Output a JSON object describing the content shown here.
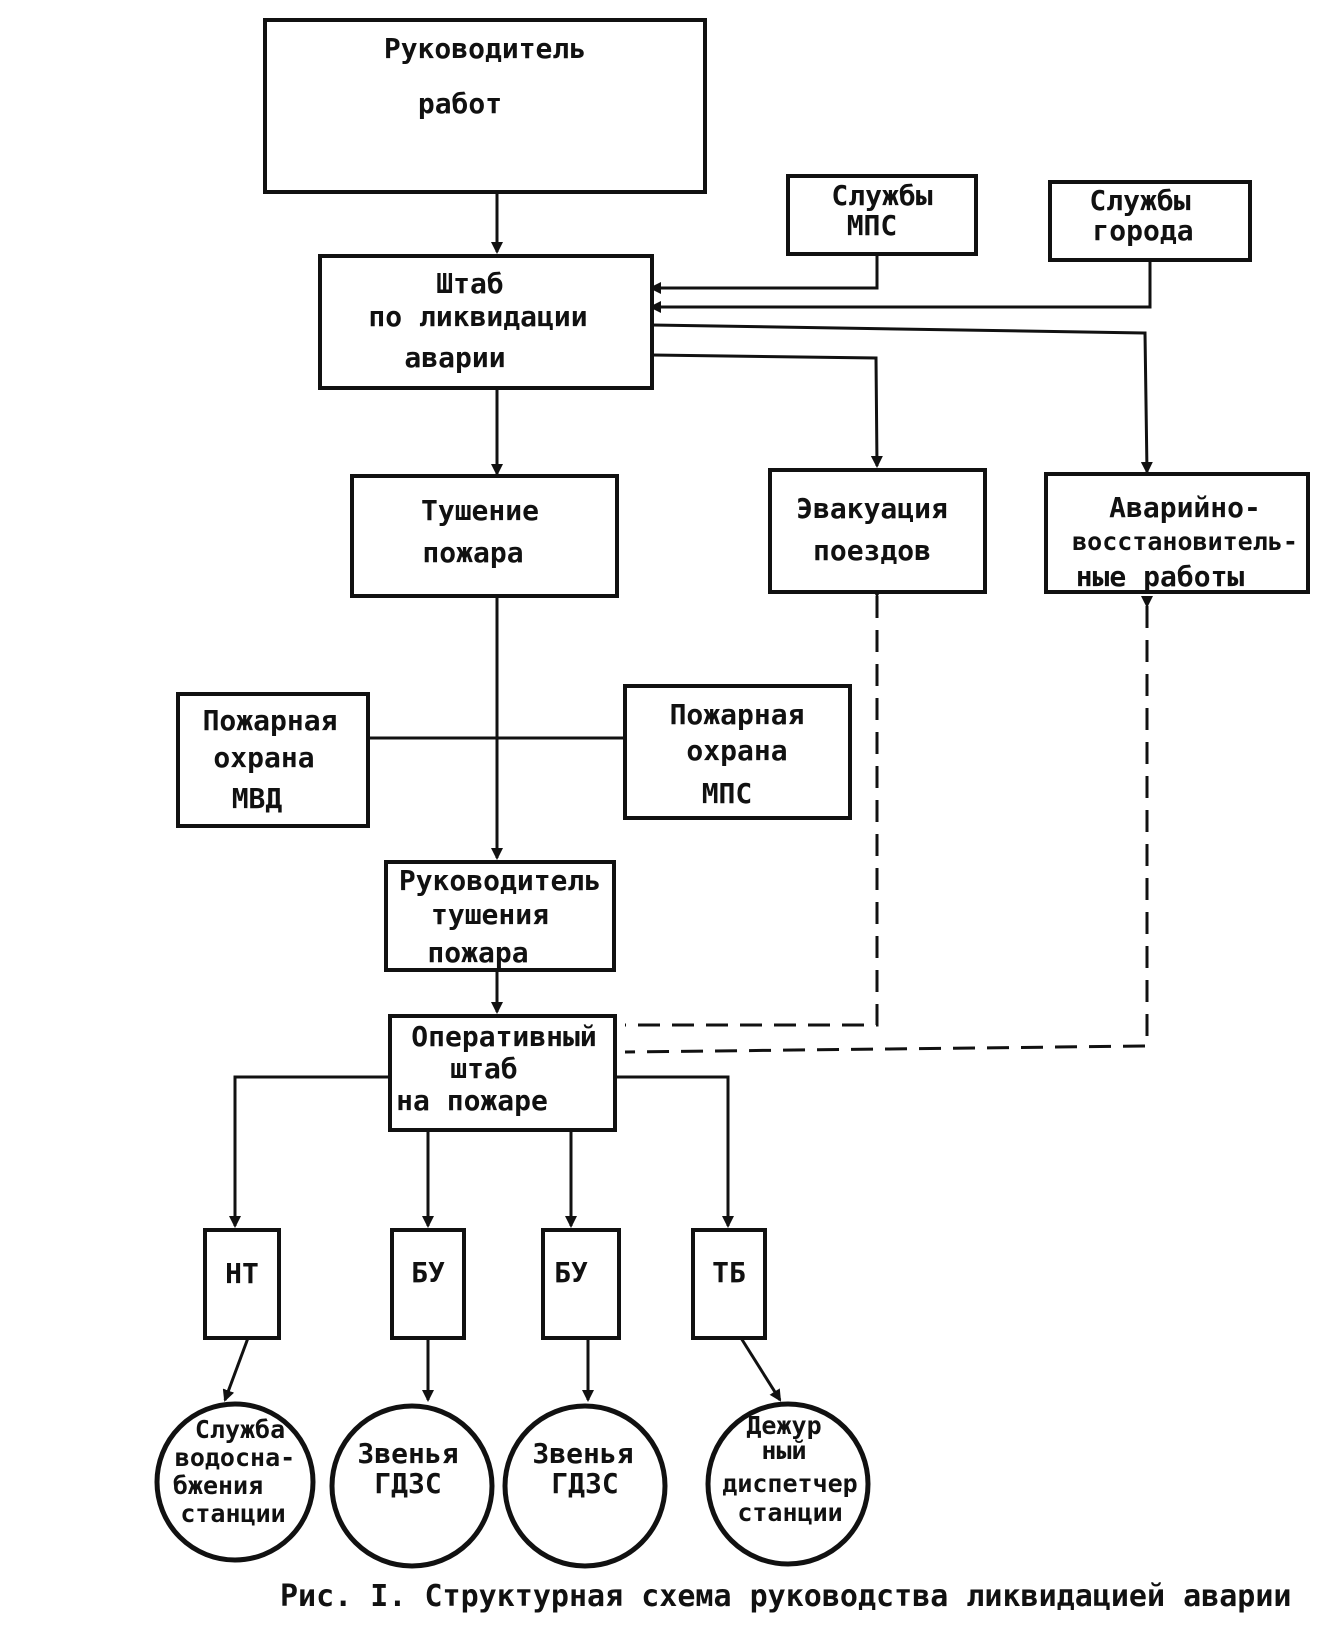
{
  "nodes": {
    "head": [
      "Руководитель",
      "работ"
    ],
    "mps": [
      "Службы",
      "МПС"
    ],
    "city": [
      "Службы",
      "города"
    ],
    "hq": [
      "Штаб",
      "по ликвидации",
      "аварии"
    ],
    "fire": [
      "Тушение",
      "пожара"
    ],
    "evac": [
      "Эвакуация",
      "поездов"
    ],
    "rescue": [
      "Аварийно-",
      "восстановитель-",
      "ные работы"
    ],
    "mvd": [
      "Пожарная",
      "охрана",
      "МВД"
    ],
    "fire_mps": [
      "Пожарная",
      "охрана",
      "МПС"
    ],
    "fire_lead": [
      "Руководитель",
      "тушения",
      "пожара"
    ],
    "op_hq": [
      "Оперативный",
      "штаб",
      "на пожаре"
    ],
    "nt": [
      "НТ"
    ],
    "bu1": [
      "БУ"
    ],
    "bu2": [
      "БУ"
    ],
    "tb": [
      "ТБ"
    ],
    "water": [
      "Служба",
      "водосна-",
      "бжения",
      "станции"
    ],
    "gdzs1": [
      "Звенья",
      "ГДЗС"
    ],
    "gdzs2": [
      "Звенья",
      "ГДЗС"
    ],
    "dispatcher": [
      "Дежур",
      "ный",
      "диспетчер",
      "станции"
    ]
  },
  "caption": "Рис. I. Структурная схема руководства ликвидацией аварии"
}
